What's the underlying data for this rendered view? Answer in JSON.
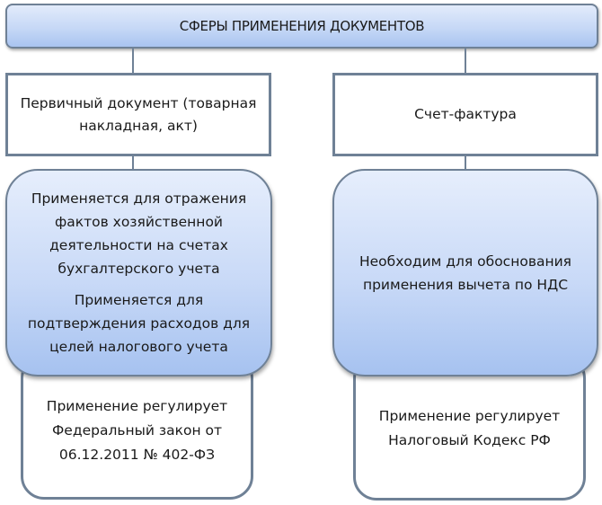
{
  "title": "СФЕРЫ ПРИМЕНЕНИЯ ДОКУМЕНТОВ",
  "left": {
    "document": "Первичный документ (товарная\nнакладная, акт)",
    "purposes": [
      "Применяется для отражения\nфактов хозяйственной\nдеятельности на счетах\nбухгалтерского учета",
      "Применяется для\nподтверждения расходов для\nцелей налогового учета"
    ],
    "regulation": "Применение регулирует\nФедеральный закон от\n06.12.2011 № 402-ФЗ"
  },
  "right": {
    "document": "Счет-фактура",
    "purposes": [
      "Необходим для обоснования\nприменения вычета по НДС"
    ],
    "regulation": "Применение регулирует\nНалоговый Кодекс РФ"
  },
  "colors": {
    "border": "#6f8196",
    "blue_fill_top": "#e6eefc",
    "blue_fill_bottom": "#a6c2f0"
  }
}
